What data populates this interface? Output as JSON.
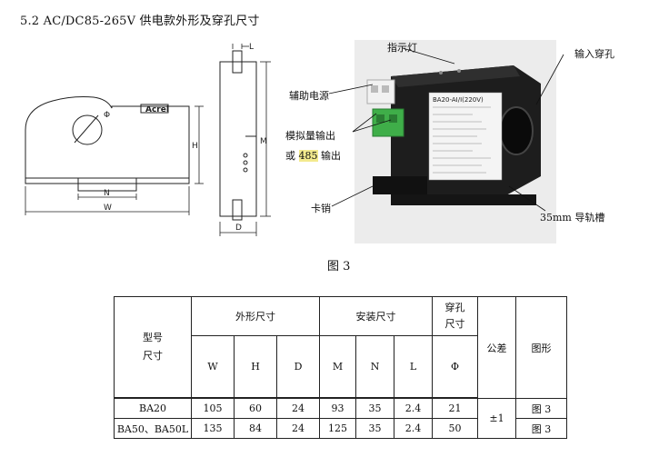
{
  "heading": "5.2 AC/DC85-265V 供电款外形及穿孔尺寸",
  "figure_caption": "图 3",
  "drawing": {
    "phi": "Φ",
    "brand": "Acrel",
    "H": "H",
    "N": "N",
    "W": "W",
    "L": "L",
    "M": "M",
    "D": "D"
  },
  "photo": {
    "indicator": "指示灯",
    "aux_power": "辅助电源",
    "analog_out": "模拟量输出",
    "or": "或",
    "rs485": "485",
    "output_suffix": "输出",
    "input_hole": "输入穿孔",
    "latch": "卡销",
    "rail": "35mm 导轨槽",
    "device_label": "BA20-AI/I(220V)"
  },
  "table": {
    "model_size": "型号\n尺寸",
    "outline": "外形尺寸",
    "mount": "安装尺寸",
    "hole": "穿孔\n尺寸",
    "tolerance": "公差",
    "figure": "图形",
    "W": "W",
    "H": "H",
    "D": "D",
    "M": "M",
    "N": "N",
    "L": "L",
    "phi": "Φ",
    "tol_value": "±1",
    "rows": [
      {
        "model": "BA20",
        "W": "105",
        "H": "60",
        "D": "24",
        "M": "93",
        "N": "35",
        "L": "2.4",
        "phi": "21",
        "fig": "图 3"
      },
      {
        "model": "BA50、BA50L",
        "W": "135",
        "H": "84",
        "D": "24",
        "M": "125",
        "N": "35",
        "L": "2.4",
        "phi": "50",
        "fig": "图 3"
      }
    ]
  }
}
